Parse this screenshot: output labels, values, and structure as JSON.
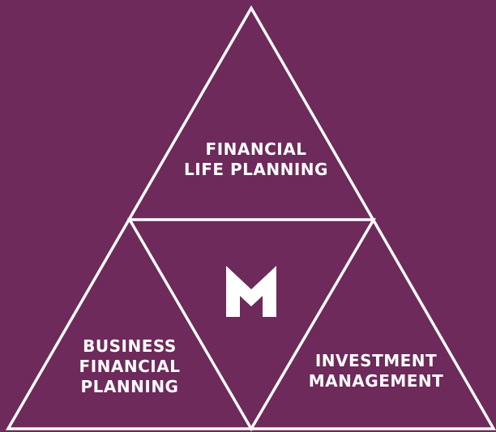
{
  "colors": {
    "background": "#6d2a5a",
    "line": "#ffffff",
    "text": "#ffffff"
  },
  "segments": {
    "top": {
      "line1": "FINANCIAL",
      "line2": "LIFE PLANNING"
    },
    "left": {
      "line1": "BUSINESS",
      "line2": "FINANCIAL",
      "line3": "PLANNING"
    },
    "right": {
      "line1": "INVESTMENT",
      "line2": "MANAGEMENT"
    }
  },
  "center_logo": {
    "icon": "m-logo-icon",
    "text": "M"
  }
}
